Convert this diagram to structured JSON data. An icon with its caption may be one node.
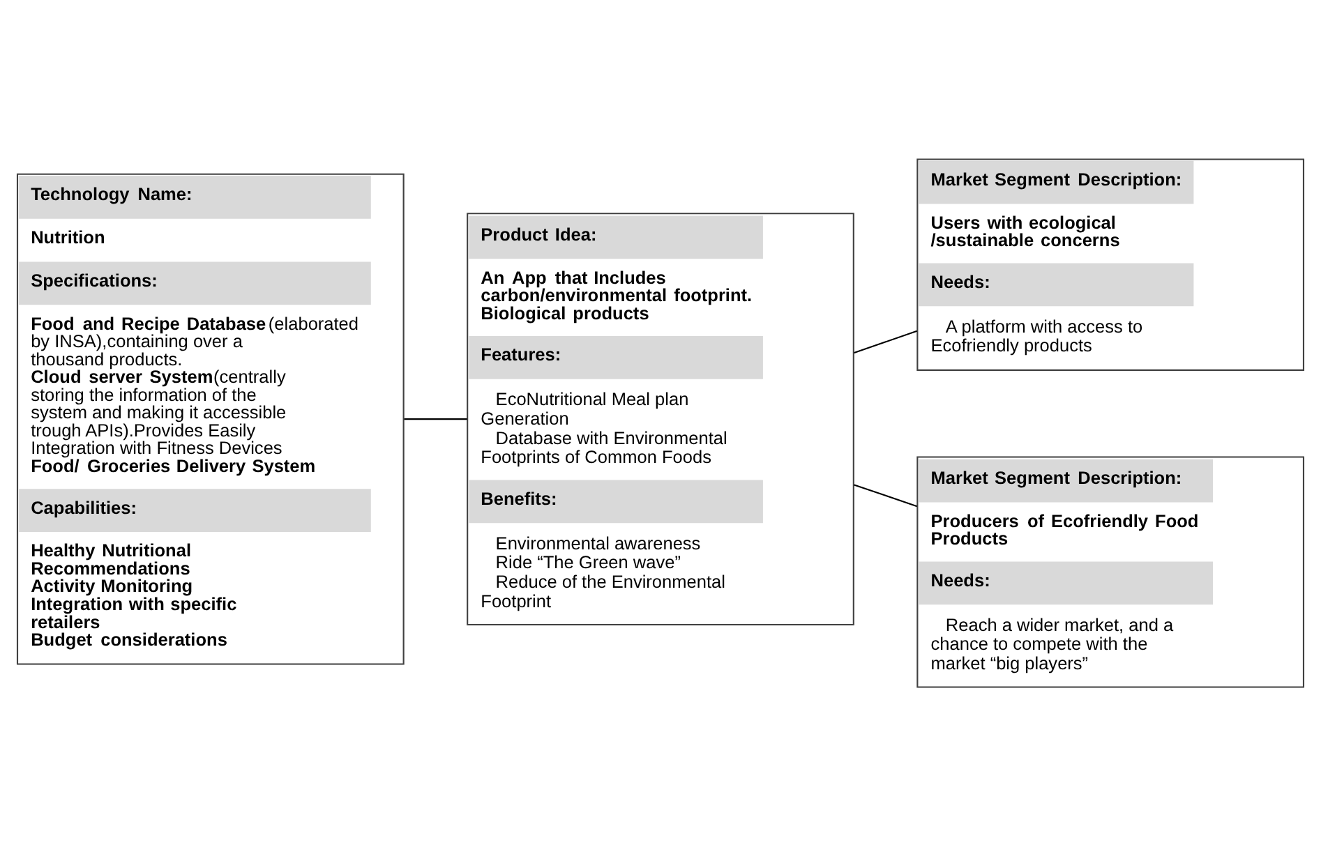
{
  "diagram": {
    "nodes": [
      {
        "text": [
          "Technology Name:",
          "Nutrition",
          "Specifications:",
          "**Food and Recipe Database**(elaborated by INSA),containing over a thousand products.",
          "**Cloud server System**(centrally storing the information of the system and making it accessible trough APIs).Provides Easily Integration with Fitness Devices",
          "Food/ Groceries Delivery System",
          "Capabilities:",
          "Healthy Nutritional Recommendations",
          "Activity Monitoring",
          "Integration with specific retailers",
          "Budget considerations"
        ]
      },
      {
        "text": [
          "Product Idea:",
          "An App that Includes carbon/environmental footprint. Biological products",
          "Features:",
          "EcoNutritional Meal plan Generation",
          "Database with Environmental Footprints of Common Foods",
          "Benefits:",
          "Environmental awareness",
          "Ride “The Green wave”",
          "Reduce of the Environmental Footprint"
        ]
      },
      {
        "text": [
          "Market Segment Description:",
          "Users with ecological /sustainable concerns",
          "Needs:",
          "A platform with access to Ecofriendly products"
        ]
      },
      {
        "text": [
          "Market Segment Description:",
          "Producers of Ecofriendly Food Products",
          "Needs:",
          "Reach a wider market, and a chance to compete with the market “big players”"
        ]
      }
    ],
    "edges": [
      {
        "from": 0,
        "to": 1,
        "arrow": "none"
      },
      {
        "from": 1,
        "to": 2,
        "arrow": "none"
      },
      {
        "from": 1,
        "to": 3,
        "arrow": "none"
      }
    ]
  }
}
